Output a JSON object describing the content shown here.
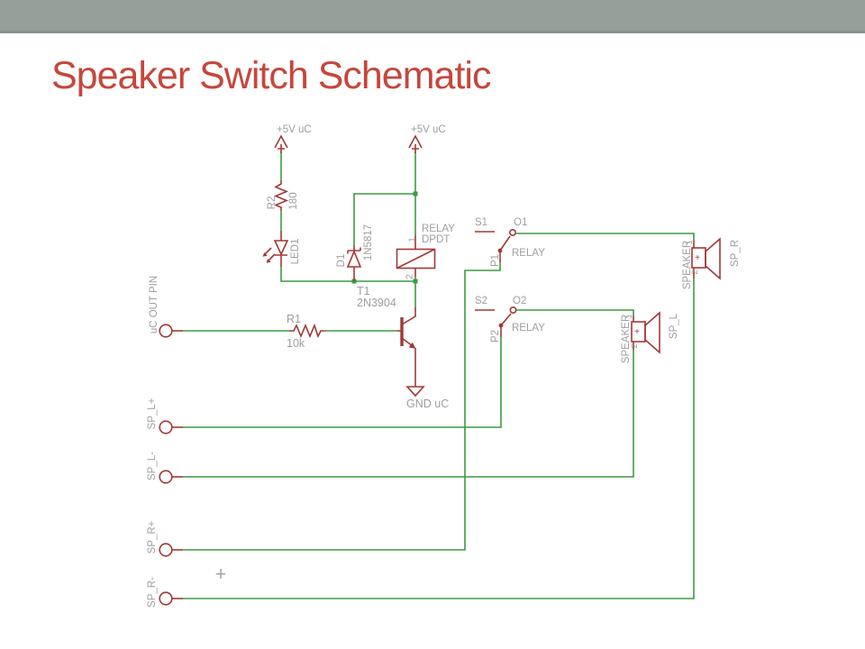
{
  "slide": {
    "title": "Speaker Switch Schematic"
  },
  "colors": {
    "wire": "#3c9b40",
    "component": "#a03936",
    "label": "#9e9e9e",
    "title": "#c5473c",
    "header_band": "#95a09a",
    "background": "#ffffff"
  },
  "power": {
    "vcc_left": "+5V uC",
    "vcc_right": "+5V uC",
    "gnd": "GND uC"
  },
  "components": {
    "r2": {
      "name": "R2",
      "value": "180"
    },
    "led1": {
      "name": "LED1"
    },
    "d1": {
      "name": "D1",
      "value": "1N5817"
    },
    "relay_coil": {
      "name": "RELAY",
      "type": "DPDT",
      "pin1": "1",
      "pin2": "2"
    },
    "t1": {
      "name": "T1",
      "value": "2N3904"
    },
    "r1": {
      "name": "R1",
      "value": "10k"
    },
    "contact1": {
      "s": "S1",
      "o": "O1",
      "p": "P1",
      "label": "RELAY"
    },
    "contact2": {
      "s": "S2",
      "o": "O2",
      "p": "P2",
      "label": "RELAY"
    },
    "speaker_r": {
      "name": "SPEAKER",
      "net": "SP_R",
      "plus": "+",
      "pin1": "1",
      "pin2": "2"
    },
    "speaker_l": {
      "name": "SPEAKER",
      "net": "SP_L",
      "plus": "+",
      "pin1": "1",
      "pin2": "2"
    }
  },
  "pins": {
    "uc_out": "uC OUT PIN",
    "sp_l_plus": "SP_L+",
    "sp_l_minus": "SP_L-",
    "sp_r_plus": "SP_R+",
    "sp_r_minus": "SP_R-"
  },
  "annotations": {
    "plus_mark": "+"
  }
}
